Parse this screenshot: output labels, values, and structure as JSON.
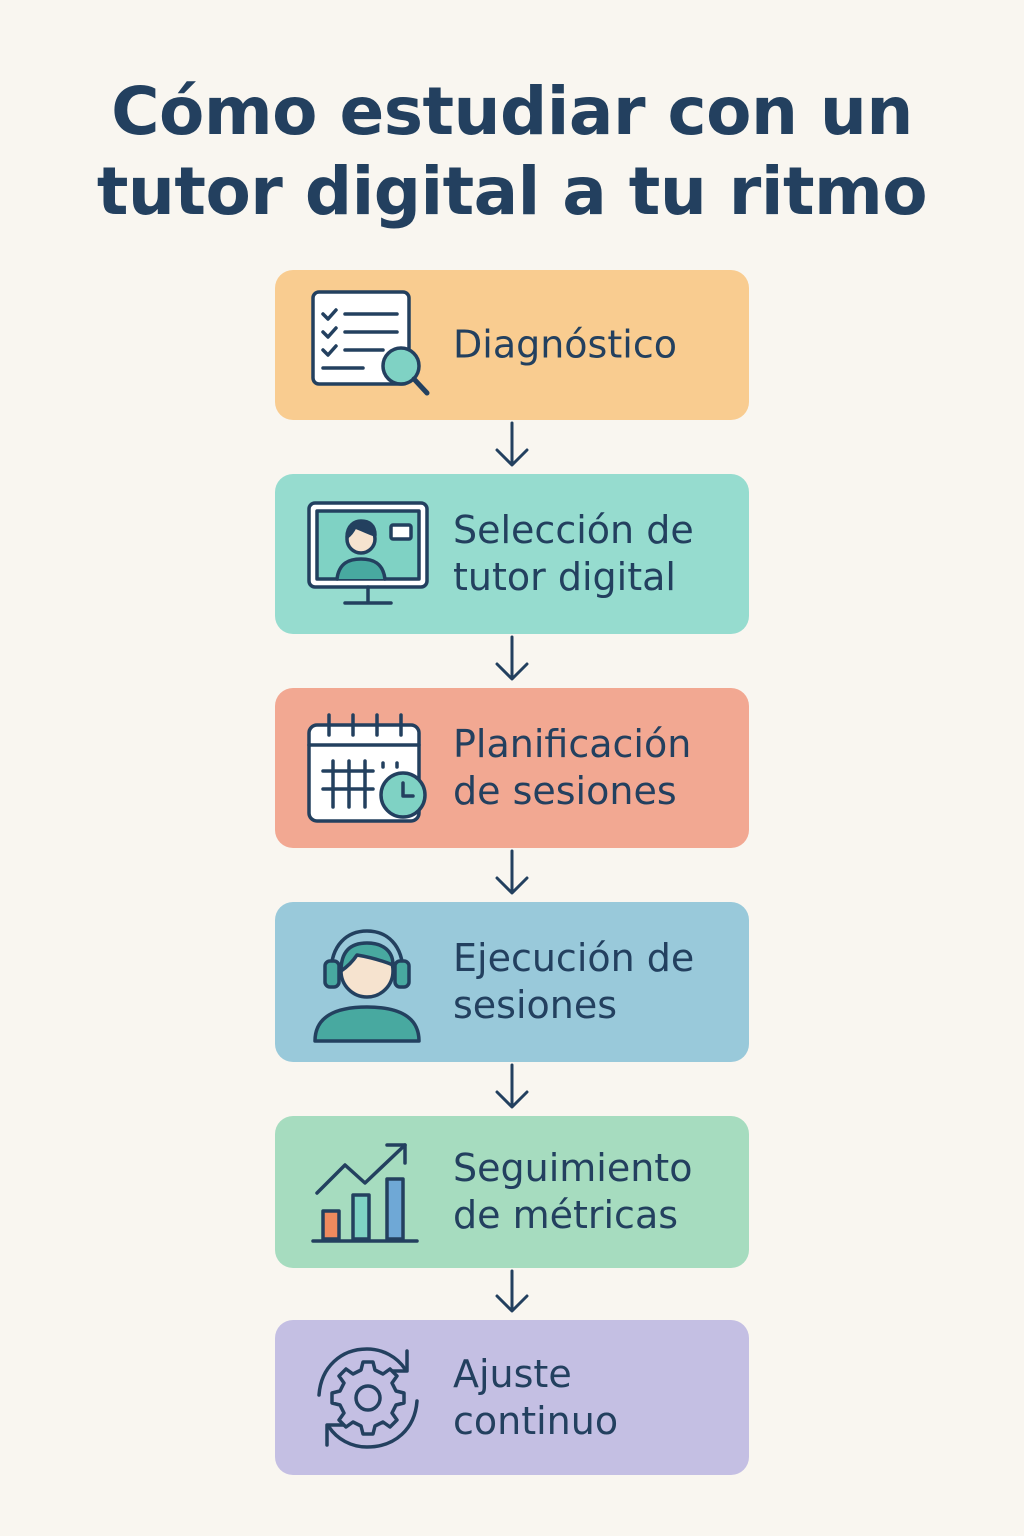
{
  "title": {
    "line1": "Cómo estudiar con un",
    "line2": "tutor digital a tu ritmo"
  },
  "steps": [
    {
      "label_line1": "Diagnóstico",
      "label_line2": "",
      "icon": "checklist-magnifier-icon",
      "color": "#f9cc90"
    },
    {
      "label_line1": "Selección de",
      "label_line2": "tutor digital",
      "icon": "monitor-tutor-icon",
      "color": "#96dccf"
    },
    {
      "label_line1": "Planificación",
      "label_line2": "de sesiones",
      "icon": "calendar-clock-icon",
      "color": "#f2a892"
    },
    {
      "label_line1": "Ejecución de",
      "label_line2": "sesiones",
      "icon": "headset-student-icon",
      "color": "#99c9da"
    },
    {
      "label_line1": "Seguimiento",
      "label_line2": "de métricas",
      "icon": "growth-chart-icon",
      "color": "#a6dcbf"
    },
    {
      "label_line1": "Ajuste",
      "label_line2": "continuo",
      "icon": "gear-cycle-icon",
      "color": "#c4bfe3"
    }
  ],
  "colors": {
    "background": "#f9f6f0",
    "text": "#23405f",
    "icon_fill": "#cde4ec",
    "icon_accent": "#48a9a0"
  }
}
